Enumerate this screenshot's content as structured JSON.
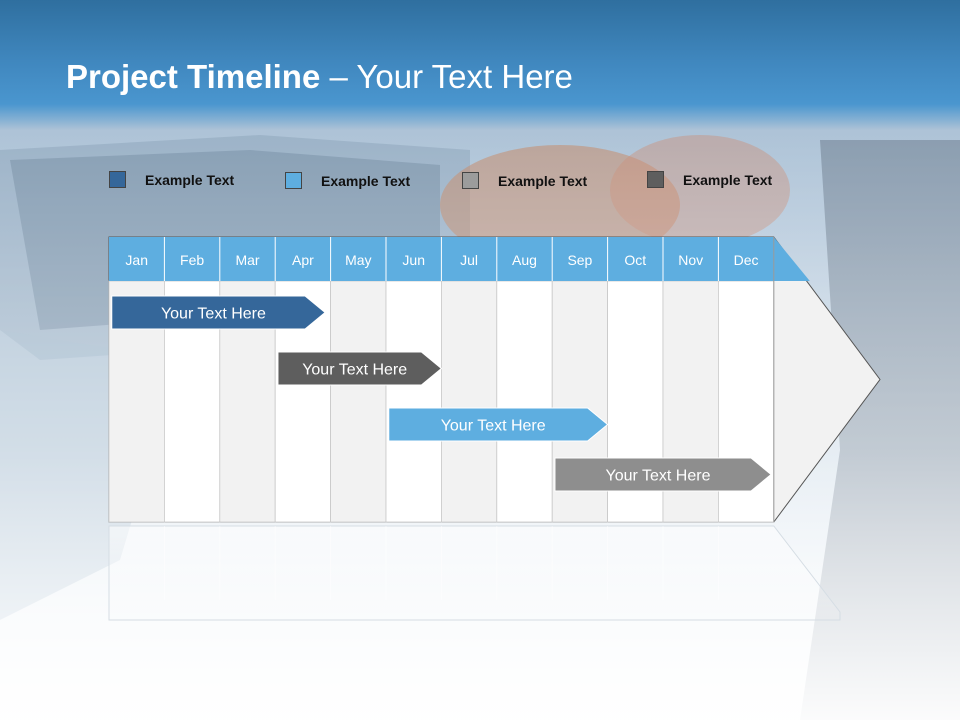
{
  "header": {
    "title_bold": "Project Timeline",
    "title_rest": " – Your Text Here"
  },
  "legend": [
    {
      "label": "Example Text",
      "color": "#35679a"
    },
    {
      "label": "Example Text",
      "color": "#5eaee0"
    },
    {
      "label": "Example Text",
      "color": "#9c9c9c"
    },
    {
      "label": "Example Text",
      "color": "#5e5e5e"
    }
  ],
  "timeline": {
    "months": [
      "Jan",
      "Feb",
      "Mar",
      "Apr",
      "May",
      "Jun",
      "Jul",
      "Aug",
      "Sep",
      "Oct",
      "Nov",
      "Dec"
    ],
    "header_color": "#5eaee0",
    "tasks": [
      {
        "label": "Your  Text Here",
        "start": 0.05,
        "end": 3.9,
        "color": "#35679a"
      },
      {
        "label": "Your  Text Here",
        "start": 3.05,
        "end": 6.0,
        "color": "#5e5e5e"
      },
      {
        "label": "Your  Text Here",
        "start": 5.05,
        "end": 9.0,
        "color": "#5eaee0"
      },
      {
        "label": "Your  Text Here",
        "start": 8.05,
        "end": 11.95,
        "color": "#8e8e8e"
      }
    ]
  }
}
